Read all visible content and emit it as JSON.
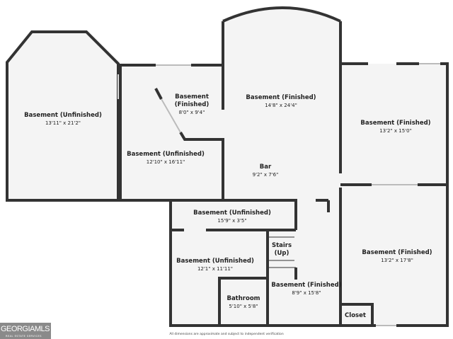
{
  "rooms": [
    {
      "name": "Basement (Unfinished)",
      "dims": "13'11\" x 21'2\""
    },
    {
      "name": "Basement",
      "name2": "(Finished)",
      "dims": "8'0\" x 9'4\""
    },
    {
      "name": "Basement (Finished)",
      "dims": "14'8\" x 24'4\""
    },
    {
      "name": "Basement (Finished)",
      "dims": "13'2\" x 15'0\""
    },
    {
      "name": "Basement (Unfinished)",
      "dims": "12'10\" x 16'11\""
    },
    {
      "name": "Bar",
      "dims": "9'2\" x 7'6\""
    },
    {
      "name": "Basement (Unfinished)",
      "dims": "15'9\" x 3'5\""
    },
    {
      "name": "Stairs",
      "name2": "(Up)"
    },
    {
      "name": "Basement (Finished)",
      "dims": "13'2\" x 17'8\""
    },
    {
      "name": "Basement (Unfinished)",
      "dims": "12'1\" x 11'11\""
    },
    {
      "name": "Basement (Finished)",
      "dims": "8'9\" x 15'8\""
    },
    {
      "name": "Bathroom",
      "dims": "5'10\" x 5'8\""
    },
    {
      "name": "Closet"
    }
  ],
  "footnote": "All dimensions are approximate and subject to independent verification",
  "logo": {
    "text": "GEORGIAMLS",
    "sub": "REAL ESTATE SERVICES"
  },
  "colors": {
    "wall": "#333333",
    "floor": "#f4f4f4",
    "window": "#cccccc"
  }
}
